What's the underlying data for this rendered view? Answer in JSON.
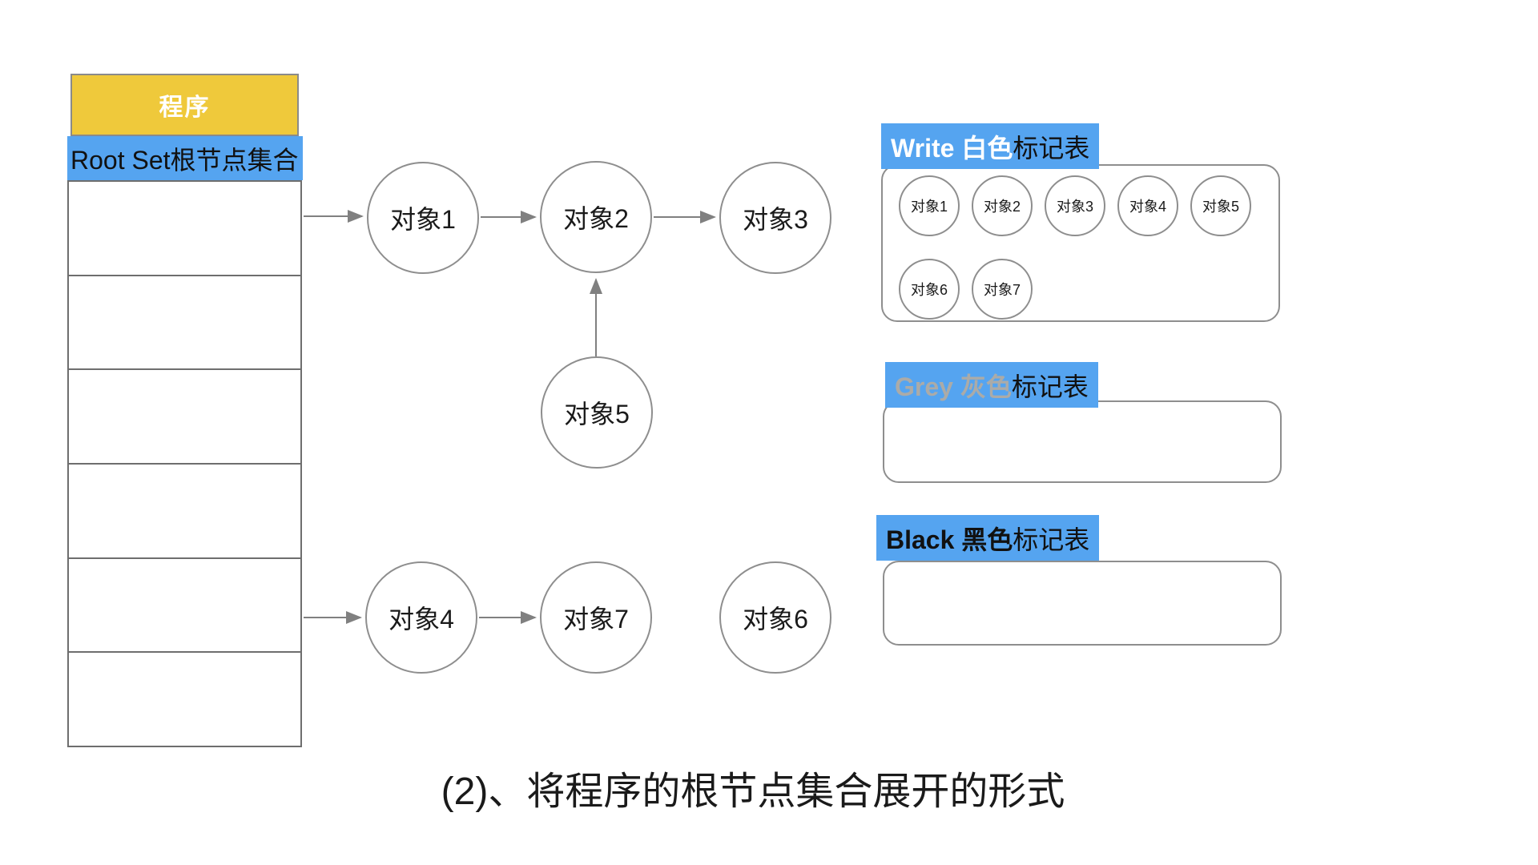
{
  "program": {
    "header": "程序",
    "root_set": "Root Set根节点集合",
    "empty_slot_count": 6
  },
  "nodes": [
    {
      "label": "对象1"
    },
    {
      "label": "对象2"
    },
    {
      "label": "对象3"
    },
    {
      "label": "对象5"
    },
    {
      "label": "对象4"
    },
    {
      "label": "对象7"
    },
    {
      "label": "对象6"
    }
  ],
  "mark_tables": {
    "white": {
      "title_highlight": "Write 白色",
      "title_rest": "标记表",
      "items": [
        "对象1",
        "对象2",
        "对象3",
        "对象4",
        "对象5",
        "对象6",
        "对象7"
      ]
    },
    "grey": {
      "title_highlight": "Grey 灰色",
      "title_rest": "标记表",
      "items": []
    },
    "black": {
      "title_highlight": "Black 黑色",
      "title_rest": "标记表",
      "items": []
    }
  },
  "caption": "(2)、将程序的根节点集合展开的形式",
  "colors": {
    "accent_yellow": "#EFC93B",
    "accent_blue": "#55A4F0",
    "shape_stroke": "#8E8E8E",
    "arrow_grey": "#808080",
    "grey_label_text": "#ABABA8"
  }
}
